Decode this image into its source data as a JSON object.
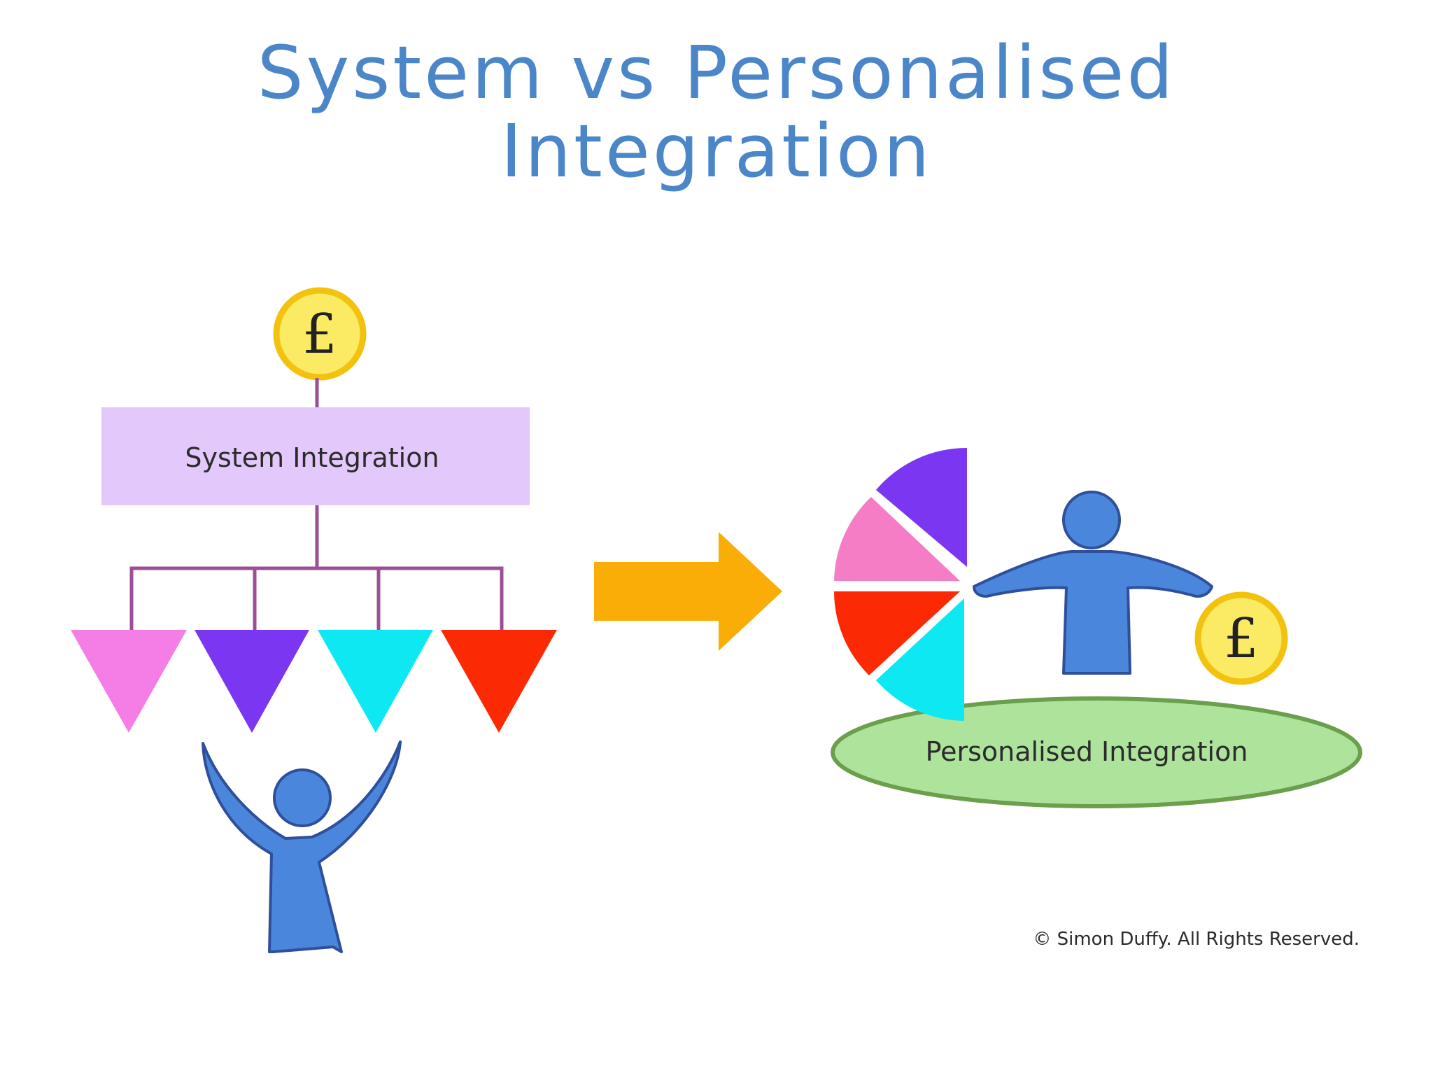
{
  "title": {
    "line1": "System vs Personalised",
    "line2": "Integration"
  },
  "left": {
    "money_symbol": "£",
    "box_label": "System Integration",
    "triangle_colors": [
      "#f57de6",
      "#7a36f0",
      "#0ee8f3",
      "#fc2a04"
    ]
  },
  "right": {
    "money_symbol": "£",
    "ellipse_label": "Personalised Integration",
    "wedge_colors": [
      "#7a36f0",
      "#f57dc5",
      "#fc2a04",
      "#0ee8f3"
    ]
  },
  "copyright": "© Simon Duffy. All Rights Reserved.",
  "colors": {
    "title": "#4a86c8",
    "box_fill": "#e3c9fb",
    "connector": "#9b4f96",
    "person": "#4a86dc",
    "coin": "#fbea63",
    "coin_border": "#f3c20f",
    "arrow": "#fbad07",
    "ellipse_fill": "#aee39c",
    "ellipse_border": "#6b9f4c"
  }
}
